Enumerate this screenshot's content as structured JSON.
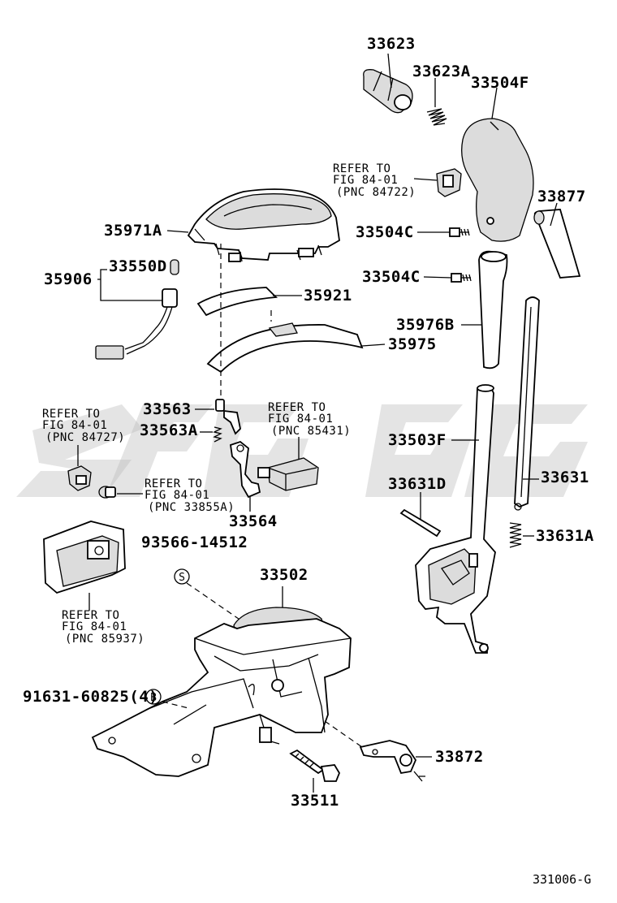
{
  "figure_id": "331006-G",
  "parts": {
    "p33623": "33623",
    "p33623A": "33623A",
    "p33504F": "33504F",
    "p33877": "33877",
    "p33504C_a": "33504C",
    "p33504C_b": "33504C",
    "p35971A": "35971A",
    "p35906": "35906",
    "p33550D": "33550D",
    "p35921": "35921",
    "p35976B": "35976B",
    "p35975": "35975",
    "p33563": "33563",
    "p33563A": "33563A",
    "p33564": "33564",
    "p33503F": "33503F",
    "p33631": "33631",
    "p33631D": "33631D",
    "p33631A": "33631A",
    "p93566": "93566-14512",
    "p33502": "33502",
    "p91631": "91631-60825(4)",
    "p33872": "33872",
    "p33511": "33511"
  },
  "markers": {
    "s": "S",
    "b": "B"
  },
  "references": [
    {
      "line1": "REFER TO",
      "line2": "FIG 84-01",
      "line3": "(PNC 84722)"
    },
    {
      "line1": "REFER TO",
      "line2": "FIG 84-01",
      "line3": "(PNC 84727)"
    },
    {
      "line1": "REFER TO",
      "line2": "FIG 84-01",
      "line3": "(PNC 85431)"
    },
    {
      "line1": "REFER TO",
      "line2": "FIG 84-01",
      "line3": "(PNC 33855A)"
    },
    {
      "line1": "REFER TO",
      "line2": "FIG 84-01",
      "line3": "(PNC 85937)"
    }
  ]
}
